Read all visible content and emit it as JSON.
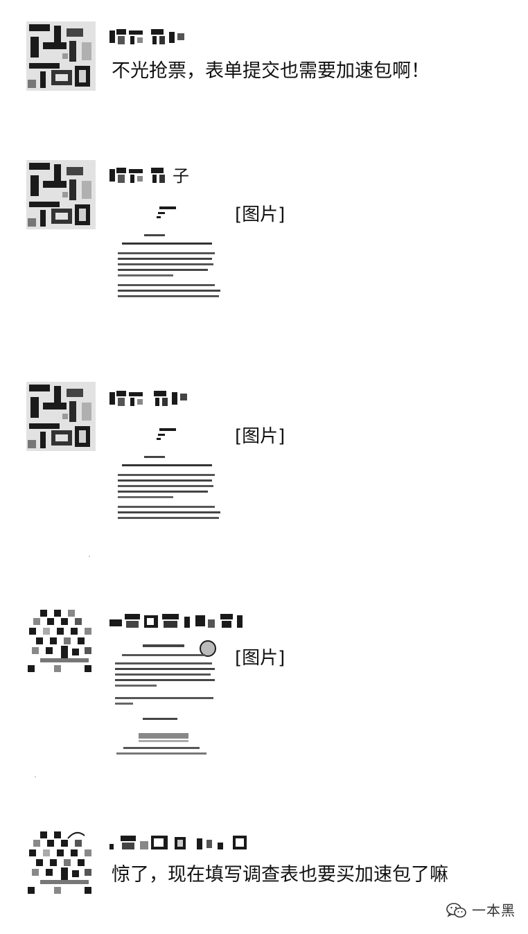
{
  "messages": [
    {
      "avatar_style": "qr-text",
      "name_suffix": "",
      "text": "不光抢票，表单提交也需要加速包啊！",
      "attachment": ""
    },
    {
      "avatar_style": "qr-text",
      "name_suffix": "子",
      "text": "",
      "attachment": "[图片]"
    },
    {
      "avatar_style": "qr-text",
      "name_suffix": "",
      "text": "",
      "attachment": "[图片]"
    },
    {
      "avatar_style": "pixel",
      "name_suffix": "",
      "text": "",
      "attachment": "[图片]"
    },
    {
      "avatar_style": "pixel",
      "name_suffix": "",
      "text": "惊了，现在填写调查表也要买加速包了嘛",
      "attachment": ""
    }
  ],
  "watermark": {
    "icon": "wechat-icon",
    "text": "一本黑"
  },
  "colors": {
    "text": "#111111",
    "mosaic_dark": "#1a1a1a",
    "mosaic_light": "#c8c8c8",
    "background": "#ffffff"
  }
}
